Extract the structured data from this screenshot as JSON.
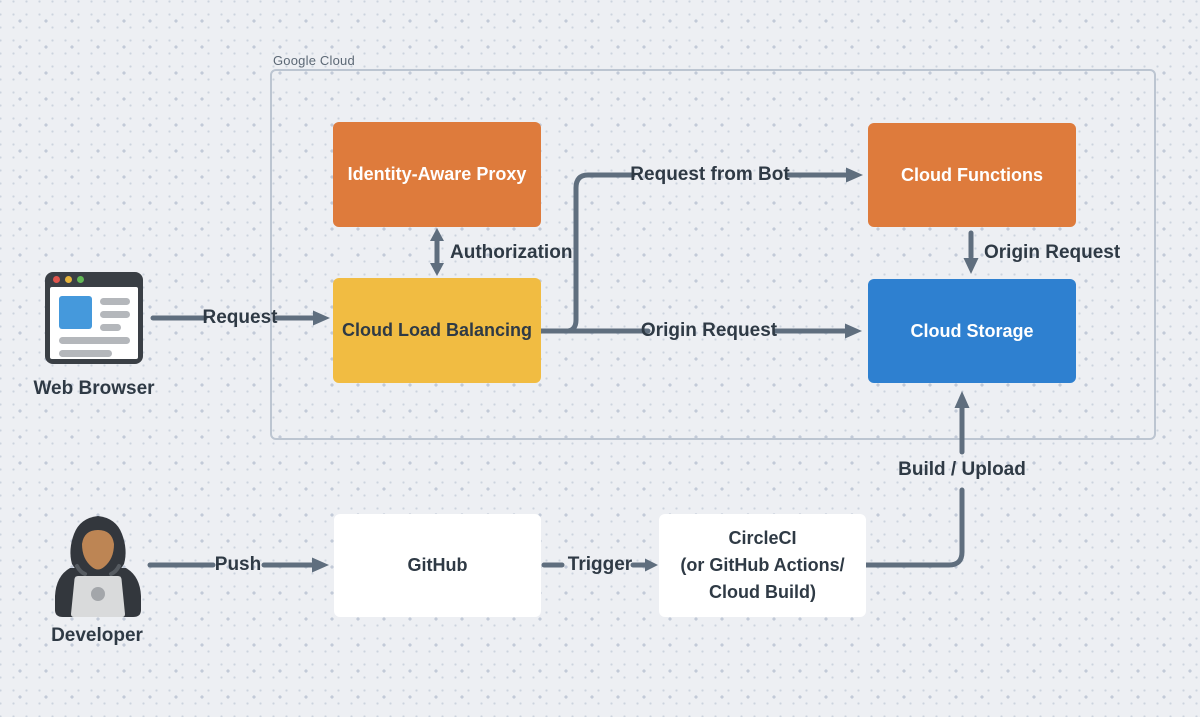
{
  "diagram": {
    "container": {
      "label": "Google Cloud"
    },
    "nodes": {
      "iap": {
        "label": "Identity-Aware Proxy"
      },
      "clb": {
        "label": "Cloud Load Balancing"
      },
      "cf": {
        "label": "Cloud Functions"
      },
      "cs": {
        "label": "Cloud Storage"
      },
      "github": {
        "label": "GitHub"
      },
      "circleci": {
        "label": "CircleCI\n(or GitHub Actions/\nCloud Build)"
      }
    },
    "actors": {
      "web_browser": {
        "label": "Web Browser"
      },
      "developer": {
        "label": "Developer"
      }
    },
    "edges": {
      "request": {
        "label": "Request"
      },
      "authorization": {
        "label": "Authorization"
      },
      "request_from_bot": {
        "label": "Request from Bot"
      },
      "origin_request_lb": {
        "label": "Origin Request"
      },
      "origin_request_cf": {
        "label": "Origin Request"
      },
      "build_upload": {
        "label": "Build / Upload"
      },
      "push": {
        "label": "Push"
      },
      "trigger": {
        "label": "Trigger"
      }
    },
    "colors": {
      "background": "#EDEFF3",
      "grid_dot": "#C2CAD8",
      "container_border": "#BCC5D1",
      "node_orange": "#DE7B3C",
      "node_yellow": "#F1BC42",
      "node_blue": "#2E80D0",
      "node_white": "#FFFFFF",
      "arrow": "#5F6E7E",
      "text_dark": "#2F3A45",
      "container_label": "#5C6875"
    }
  }
}
